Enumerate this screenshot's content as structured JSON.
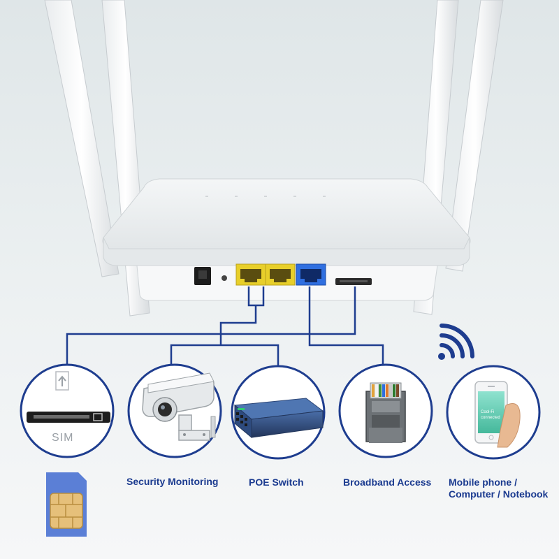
{
  "accent_color": "#1e3d8f",
  "wan_port_color": "#2f6fe0",
  "lan_port_color": "#e8cf2a",
  "router": {
    "icons": [
      "power-port-icon",
      "reset-button-icon",
      "lan-port-icon",
      "wan-port-icon",
      "sim-card-slot-icon"
    ]
  },
  "items": [
    {
      "name": "sim-card-slot",
      "label": "SIM"
    },
    {
      "name": "security-monitoring",
      "label": "Security Monitoring"
    },
    {
      "name": "poe-switch",
      "label": "POE Switch"
    },
    {
      "name": "broadband-access",
      "label": "Broadband Access"
    },
    {
      "name": "mobile-devices",
      "line1": "Mobile phone /",
      "line2": "Computer / Notebook"
    }
  ],
  "phone_screen": {
    "line1": "Cool-Fi",
    "line2": "connected"
  }
}
